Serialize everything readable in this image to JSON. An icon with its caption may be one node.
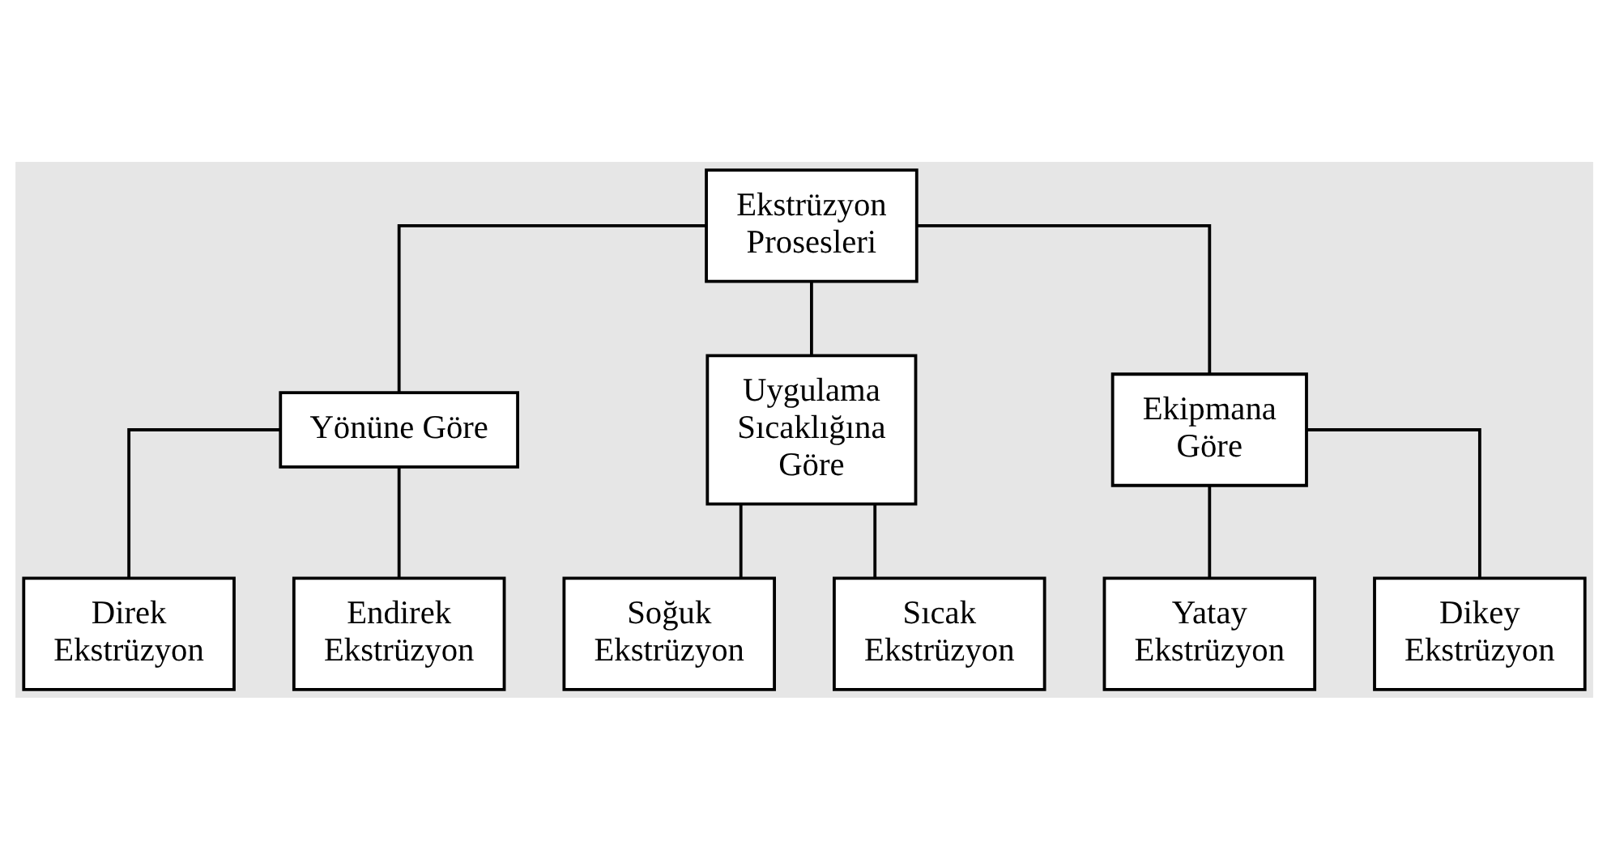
{
  "diagram": {
    "nodes": [
      {
        "text": [
          "Ekstrüzyon Prosesleri"
        ]
      },
      {
        "text": [
          "Yönüne Göre"
        ]
      },
      {
        "text": [
          "Uygulama Sıcaklığına Göre"
        ]
      },
      {
        "text": [
          "Ekipmana Göre"
        ]
      },
      {
        "text": [
          "Direk Ekstrüzyon"
        ]
      },
      {
        "text": [
          "Endirek Ekstrüzyon"
        ]
      },
      {
        "text": [
          "Soğuk Ekstrüzyon"
        ]
      },
      {
        "text": [
          "Sıcak Ekstrüzyon"
        ]
      },
      {
        "text": [
          "Yatay Ekstrüzyon"
        ]
      },
      {
        "text": [
          "Dikey Ekstrüzyon"
        ]
      }
    ],
    "edges": [
      {
        "from": 0,
        "to": 1,
        "arrow": "none"
      },
      {
        "from": 0,
        "to": 2,
        "arrow": "none"
      },
      {
        "from": 0,
        "to": 3,
        "arrow": "none"
      },
      {
        "from": 1,
        "to": 4,
        "arrow": "none"
      },
      {
        "from": 1,
        "to": 5,
        "arrow": "none"
      },
      {
        "from": 2,
        "to": 6,
        "arrow": "none"
      },
      {
        "from": 2,
        "to": 7,
        "arrow": "none"
      },
      {
        "from": 3,
        "to": 8,
        "arrow": "none"
      },
      {
        "from": 3,
        "to": 9,
        "arrow": "none"
      }
    ]
  }
}
